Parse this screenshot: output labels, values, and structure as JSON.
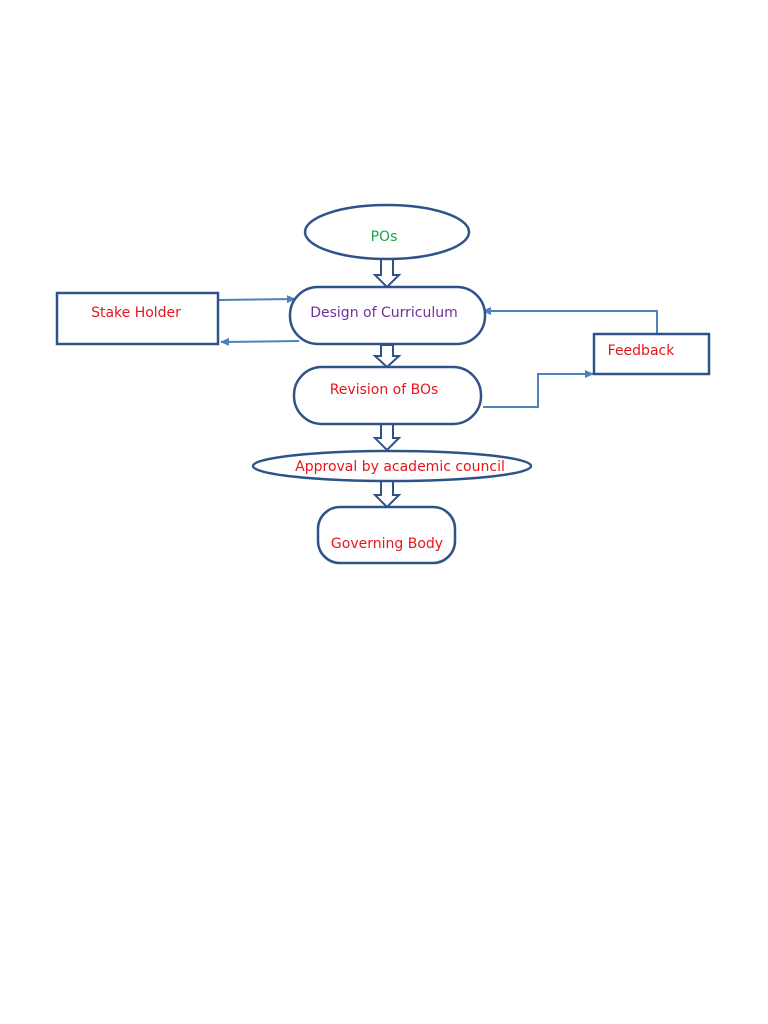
{
  "diagram": {
    "colors": {
      "node_border": "#2f5289",
      "connector": "#4f81bd",
      "text_red": "#e8141b",
      "text_green": "#1aa34a",
      "text_purple": "#7030a0"
    },
    "nodes": {
      "pos": {
        "label": "POs",
        "color": "#1aa34a",
        "shape": "ellipse"
      },
      "design": {
        "label": "Design of Curriculum",
        "color": "#7030a0",
        "shape": "rounded-rect"
      },
      "revision": {
        "label": "Revision of BOs",
        "color": "#e8141b",
        "shape": "rounded-rect"
      },
      "approval": {
        "label": "Approval by academic council",
        "color": "#e8141b",
        "shape": "ellipse"
      },
      "governing": {
        "label": "Governing Body",
        "color": "#e8141b",
        "shape": "rounded-rect"
      },
      "stakeholder": {
        "label": "Stake Holder",
        "color": "#e8141b",
        "shape": "rectangle"
      },
      "feedback": {
        "label": "Feedback",
        "color": "#e8141b",
        "shape": "rectangle"
      }
    }
  }
}
